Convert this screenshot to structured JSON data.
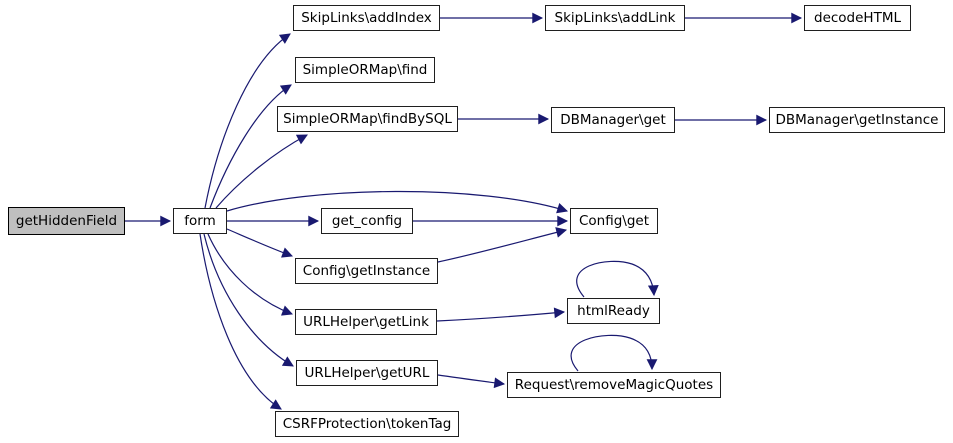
{
  "diagram": {
    "type": "call-graph",
    "background_color": "#ffffff",
    "edge_color": "#191970",
    "node_fill_color": "#ffffff",
    "node_border_color": "#1f1f1f",
    "current_node_fill_color": "#bfbfbf",
    "nodes": {
      "get_hidden_field": "getHiddenField",
      "form": "form",
      "skiplinks_add_index": "SkipLinks\\addIndex",
      "skiplinks_add_link": "SkipLinks\\addLink",
      "decode_html": "decodeHTML",
      "simpleormap_find": "SimpleORMap\\find",
      "simpleormap_find_by_sql": "SimpleORMap\\findBySQL",
      "dbmanager_get": "DBManager\\get",
      "dbmanager_get_instance": "DBManager\\getInstance",
      "get_config": "get_config",
      "config_get": "Config\\get",
      "config_get_instance": "Config\\getInstance",
      "urlhelper_get_link": "URLHelper\\getLink",
      "html_ready": "htmlReady",
      "urlhelper_get_url": "URLHelper\\getURL",
      "request_remove_magic_quotes": "Request\\removeMagicQuotes",
      "csrf_protection_token_tag": "CSRFProtection\\tokenTag"
    },
    "edges": [
      {
        "from": "getHiddenField",
        "to": "form"
      },
      {
        "from": "form",
        "to": "SkipLinks\\addIndex"
      },
      {
        "from": "form",
        "to": "SimpleORMap\\find"
      },
      {
        "from": "form",
        "to": "SimpleORMap\\findBySQL"
      },
      {
        "from": "form",
        "to": "Config\\get"
      },
      {
        "from": "form",
        "to": "get_config"
      },
      {
        "from": "form",
        "to": "Config\\getInstance"
      },
      {
        "from": "form",
        "to": "URLHelper\\getLink"
      },
      {
        "from": "form",
        "to": "URLHelper\\getURL"
      },
      {
        "from": "form",
        "to": "CSRFProtection\\tokenTag"
      },
      {
        "from": "SkipLinks\\addIndex",
        "to": "SkipLinks\\addLink"
      },
      {
        "from": "SkipLinks\\addLink",
        "to": "decodeHTML"
      },
      {
        "from": "SimpleORMap\\findBySQL",
        "to": "DBManager\\get"
      },
      {
        "from": "DBManager\\get",
        "to": "DBManager\\getInstance"
      },
      {
        "from": "get_config",
        "to": "Config\\get"
      },
      {
        "from": "Config\\getInstance",
        "to": "Config\\get"
      },
      {
        "from": "URLHelper\\getLink",
        "to": "htmlReady"
      },
      {
        "from": "htmlReady",
        "to": "htmlReady"
      },
      {
        "from": "URLHelper\\getURL",
        "to": "Request\\removeMagicQuotes"
      },
      {
        "from": "Request\\removeMagicQuotes",
        "to": "Request\\removeMagicQuotes"
      }
    ]
  }
}
